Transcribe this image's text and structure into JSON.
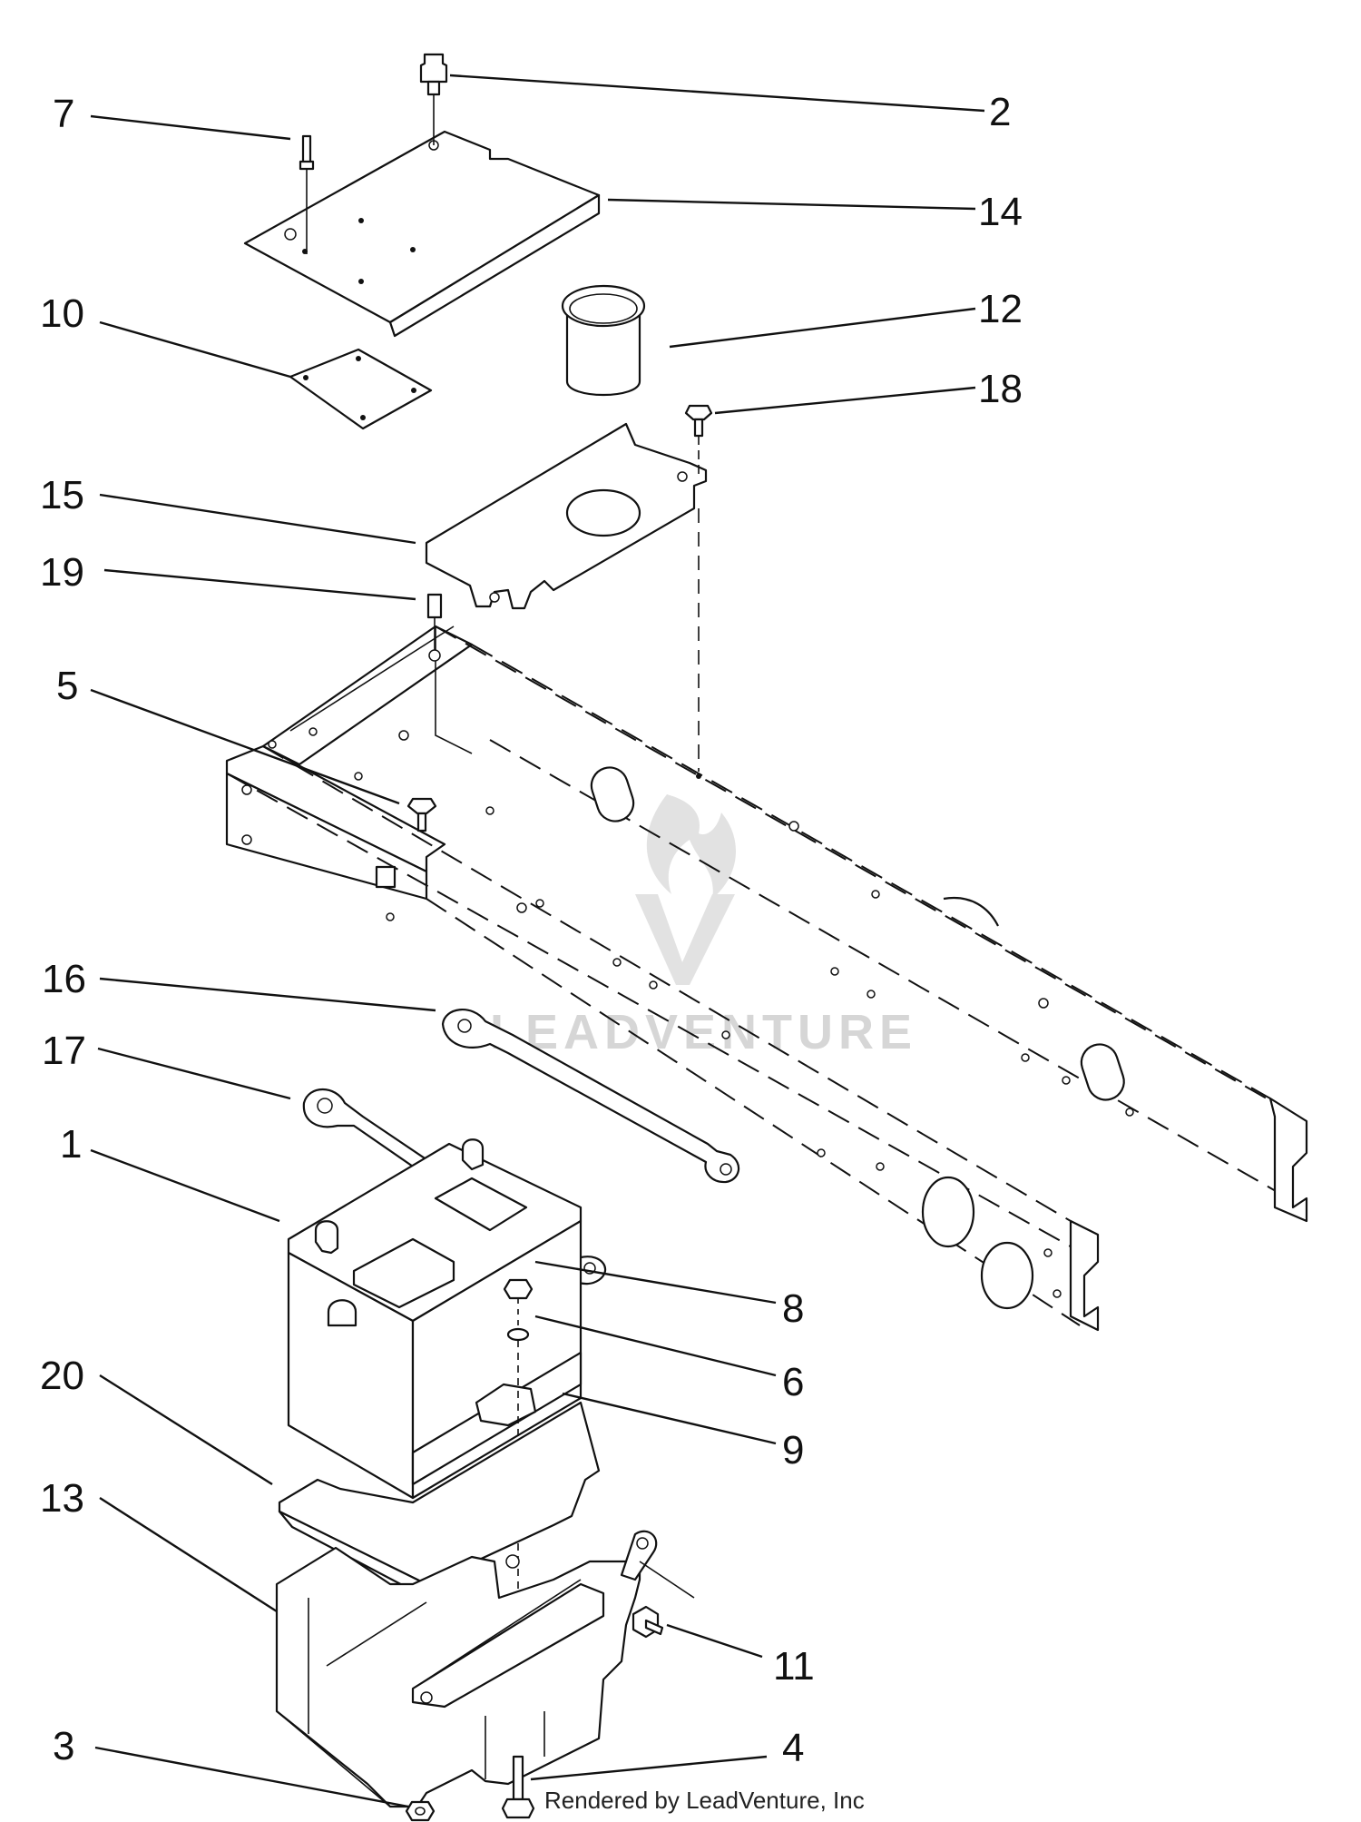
{
  "callouts": [
    "1",
    "2",
    "3",
    "4",
    "5",
    "6",
    "7",
    "8",
    "9",
    "10",
    "11",
    "12",
    "13",
    "14",
    "15",
    "16",
    "17",
    "18",
    "19",
    "20"
  ],
  "watermark": "LEADVENTURE",
  "credit": "Rendered by LeadVenture, Inc"
}
